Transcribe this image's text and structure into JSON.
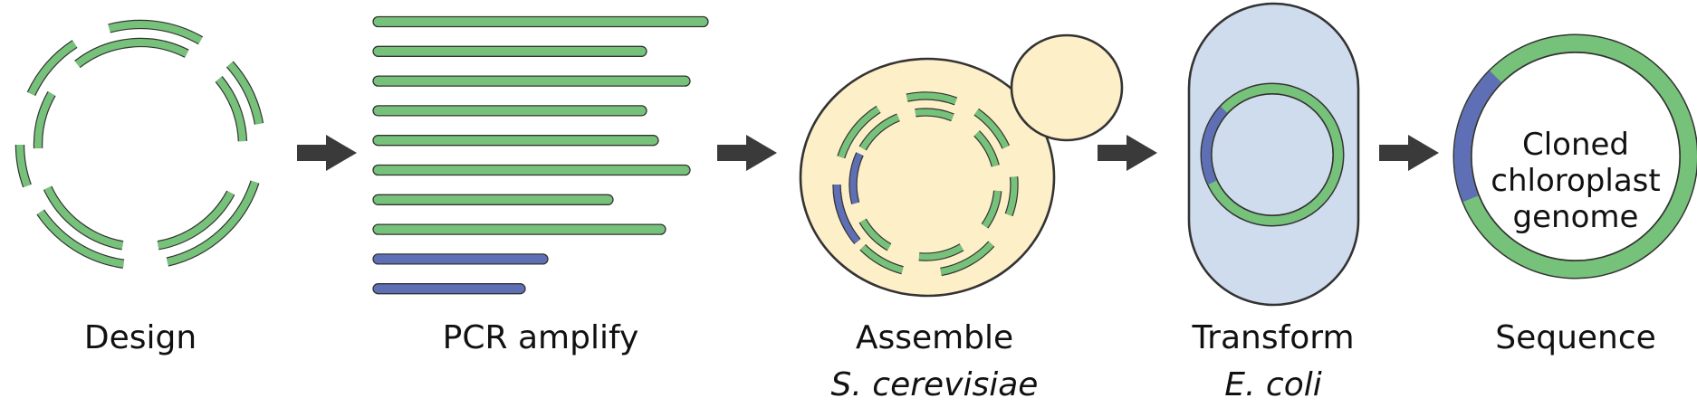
{
  "steps": [
    {
      "label": "Design"
    },
    {
      "label": "PCR amplify"
    },
    {
      "label": "Assemble",
      "sublabel": "S. cerevisiae"
    },
    {
      "label": "Transform",
      "sublabel": "E. coli"
    },
    {
      "label": "Sequence"
    }
  ],
  "final_genome_text": [
    "Cloned",
    "chloroplast",
    "genome"
  ],
  "colors": {
    "fragment_green": "#77c27a",
    "fragment_blue": "#5f6fb5",
    "outline": "#333333",
    "yeast_fill": "#fdefc7",
    "ecoli_fill": "#cfdcee",
    "arrow": "#3a3a3a"
  }
}
